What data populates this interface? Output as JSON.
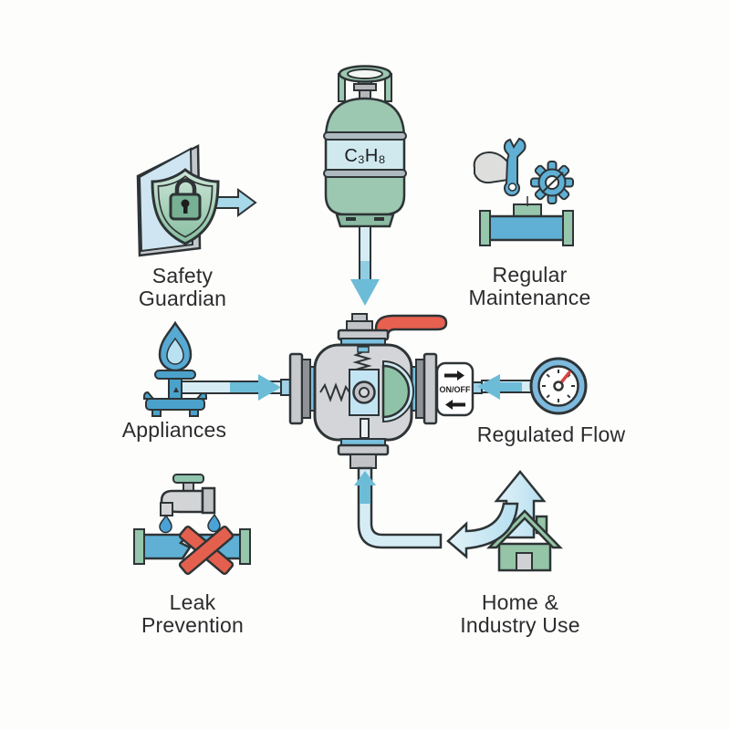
{
  "labels": {
    "tank_formula": "C₃H₈",
    "valve_switch": "ON/OFF",
    "safety": {
      "line1": "Safety",
      "line2": "Guardian"
    },
    "maintenance": {
      "line1": "Regular",
      "line2": "Maintenance"
    },
    "appliances": {
      "line1": "Appliances"
    },
    "regulated_flow": {
      "line1": "Regulated Flow"
    },
    "leak_prevention": {
      "line1": "Leak",
      "line2": "Prevention"
    },
    "home_industry": {
      "line1": "Home &",
      "line2": "Industry Use"
    }
  },
  "icons": [
    "propane-tank-icon",
    "shield-lock-icon",
    "hand-wrench-icon",
    "gear-icon",
    "maintenance-pipe-icon",
    "flame-icon",
    "burner-icon",
    "regulator-valve-icon",
    "on-off-switch-label",
    "pressure-gauge-icon",
    "faucet-icon",
    "water-drop-icon",
    "broken-pipe-icon",
    "red-x-icon",
    "house-icon",
    "branch-arrow-icon"
  ],
  "flows": [
    {
      "from": "propane-tank",
      "to": "regulator-valve",
      "arrow": "down"
    },
    {
      "from": "appliances",
      "to": "regulator-valve",
      "arrow": "right"
    },
    {
      "from": "pressure-gauge",
      "to": "regulator-valve",
      "arrow": "left"
    },
    {
      "from": "outlet-pipe",
      "to": "regulator-valve",
      "arrow": "up"
    },
    {
      "from": "home-industry",
      "to": "outlet-pipe",
      "arrow": "left"
    },
    {
      "from": "shield-lock",
      "arrow": "right"
    }
  ],
  "colors": {
    "tank_green": "#9cc7b0",
    "tank_band_blue": "#cfe9ef",
    "pipe_blue": "#5fb0d4",
    "flange_green": "#96c6ab",
    "light_pipe": "#d6ecf4",
    "arrow_teal": "#6cbcd8",
    "arrow_light": "#cfe8f4",
    "valve_gray": "#d4d5d8",
    "handle_red": "#e8604f",
    "x_red": "#e4604e",
    "needle_red": "#d64541",
    "gauge_blue": "#7dbade",
    "house_green": "#94c5a6",
    "shield_green": "#8fc3a7",
    "outline": "#2e3436",
    "text": "#2c2c2e"
  }
}
